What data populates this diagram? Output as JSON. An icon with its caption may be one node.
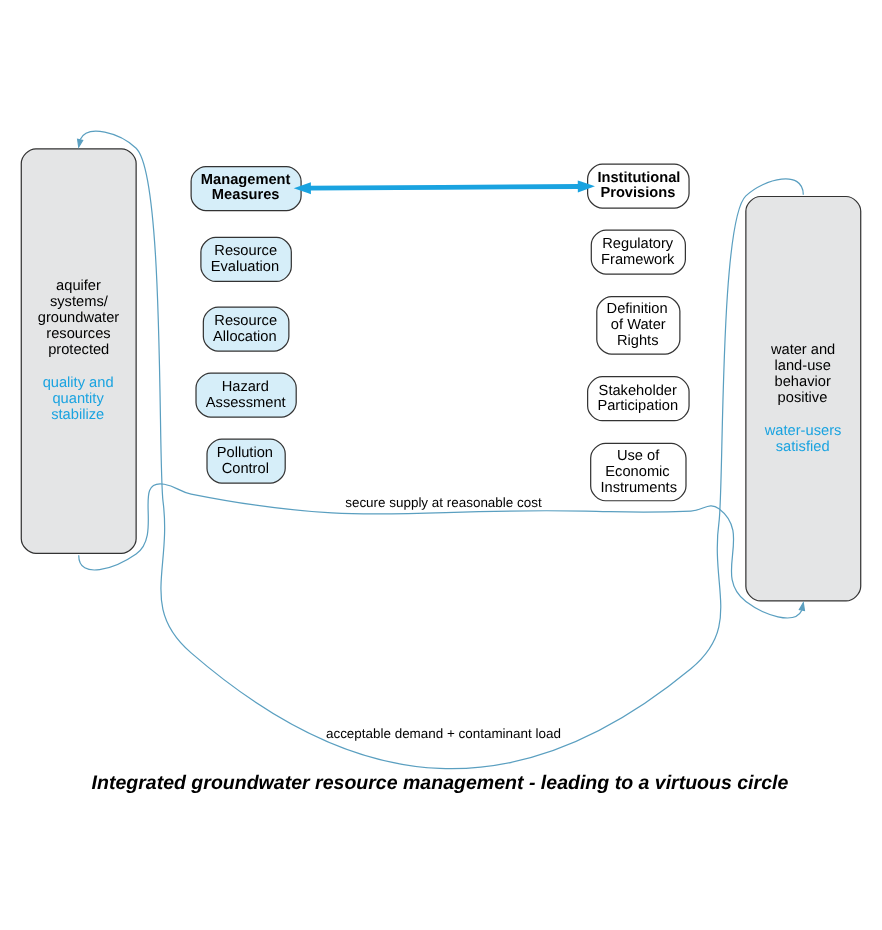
{
  "diagram": {
    "caption": "Integrated groundwater resource management - leading to a virtuous circle",
    "nodes": [
      {
        "text": [
          "Management Measures"
        ]
      },
      {
        "text": [
          "Institutional Provisions"
        ]
      },
      {
        "text": [
          "aquifer systems/ groundwater resources protected",
          "quality and quantity stabilize"
        ]
      },
      {
        "text": [
          "Resource Evaluation"
        ]
      },
      {
        "text": [
          "Resource Allocation"
        ]
      },
      {
        "text": [
          "Hazard Assessment"
        ]
      },
      {
        "text": [
          "Pollution Control"
        ]
      },
      {
        "text": [
          "Regulatory Framework"
        ]
      },
      {
        "text": [
          "Definition of Water Rights"
        ]
      },
      {
        "text": [
          "Stakeholder Participation"
        ]
      },
      {
        "text": [
          "Use of Economic Instruments"
        ]
      },
      {
        "text": [
          "water and land-use behavior positive",
          "water-users satisfied"
        ]
      }
    ],
    "edges": [
      {
        "from": 0,
        "to": 1,
        "arrow": "both",
        "style": "thick",
        "color": "#1aa3e0"
      },
      {
        "from": 11,
        "to": 2,
        "arrow": "to",
        "label": "acceptable demand + contaminant load"
      },
      {
        "from": 2,
        "to": 11,
        "arrow": "to",
        "label": "secure supply at reasonable cost"
      }
    ]
  }
}
